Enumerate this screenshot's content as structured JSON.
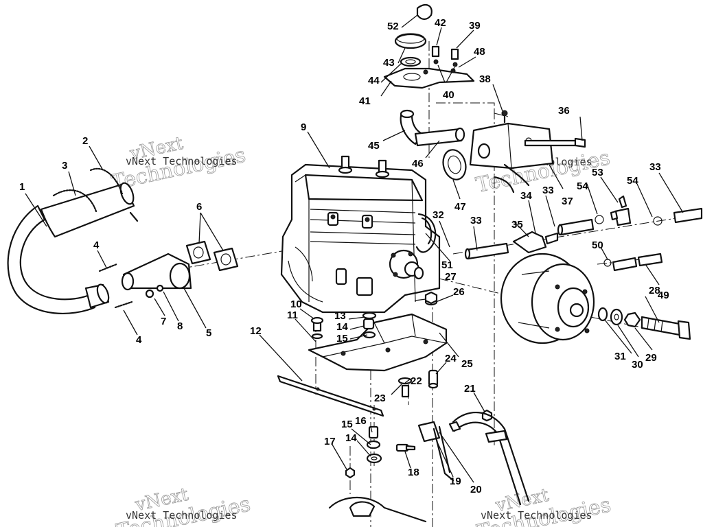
{
  "watermark": {
    "brand": "vNext",
    "word": "Technologies",
    "line": "vNext Technologies"
  },
  "callouts": [
    {
      "id": "c1",
      "text": "1"
    },
    {
      "id": "c2",
      "text": "2"
    },
    {
      "id": "c3",
      "text": "3"
    },
    {
      "id": "c4a",
      "text": "4"
    },
    {
      "id": "c4b",
      "text": "4"
    },
    {
      "id": "c5",
      "text": "5"
    },
    {
      "id": "c6",
      "text": "6"
    },
    {
      "id": "c7",
      "text": "7"
    },
    {
      "id": "c8",
      "text": "8"
    },
    {
      "id": "c9",
      "text": "9"
    },
    {
      "id": "c10",
      "text": "10"
    },
    {
      "id": "c11",
      "text": "11"
    },
    {
      "id": "c12",
      "text": "12"
    },
    {
      "id": "c13",
      "text": "13"
    },
    {
      "id": "c14a",
      "text": "14"
    },
    {
      "id": "c14b",
      "text": "14"
    },
    {
      "id": "c15a",
      "text": "15"
    },
    {
      "id": "c15b",
      "text": "15"
    },
    {
      "id": "c16",
      "text": "16"
    },
    {
      "id": "c17",
      "text": "17"
    },
    {
      "id": "c18",
      "text": "18"
    },
    {
      "id": "c19",
      "text": "19"
    },
    {
      "id": "c20",
      "text": "20"
    },
    {
      "id": "c21",
      "text": "21"
    },
    {
      "id": "c22",
      "text": "22"
    },
    {
      "id": "c23",
      "text": "23"
    },
    {
      "id": "c24",
      "text": "24"
    },
    {
      "id": "c25",
      "text": "25"
    },
    {
      "id": "c26",
      "text": "26"
    },
    {
      "id": "c27",
      "text": "27"
    },
    {
      "id": "c28",
      "text": "28"
    },
    {
      "id": "c29",
      "text": "29"
    },
    {
      "id": "c30",
      "text": "30"
    },
    {
      "id": "c31",
      "text": "31"
    },
    {
      "id": "c32",
      "text": "32"
    },
    {
      "id": "c33a",
      "text": "33"
    },
    {
      "id": "c33b",
      "text": "33"
    },
    {
      "id": "c33c",
      "text": "33"
    },
    {
      "id": "c34",
      "text": "34"
    },
    {
      "id": "c35",
      "text": "35"
    },
    {
      "id": "c36",
      "text": "36"
    },
    {
      "id": "c37",
      "text": "37"
    },
    {
      "id": "c38",
      "text": "38"
    },
    {
      "id": "c39",
      "text": "39"
    },
    {
      "id": "c40",
      "text": "40"
    },
    {
      "id": "c41",
      "text": "41"
    },
    {
      "id": "c42",
      "text": "42"
    },
    {
      "id": "c43",
      "text": "43"
    },
    {
      "id": "c44",
      "text": "44"
    },
    {
      "id": "c45",
      "text": "45"
    },
    {
      "id": "c46",
      "text": "46"
    },
    {
      "id": "c47",
      "text": "47"
    },
    {
      "id": "c48",
      "text": "48"
    },
    {
      "id": "c49",
      "text": "49"
    },
    {
      "id": "c50",
      "text": "50"
    },
    {
      "id": "c51",
      "text": "51"
    },
    {
      "id": "c52",
      "text": "52"
    },
    {
      "id": "c53",
      "text": "53"
    },
    {
      "id": "c54a",
      "text": "54"
    },
    {
      "id": "c54b",
      "text": "54"
    }
  ]
}
